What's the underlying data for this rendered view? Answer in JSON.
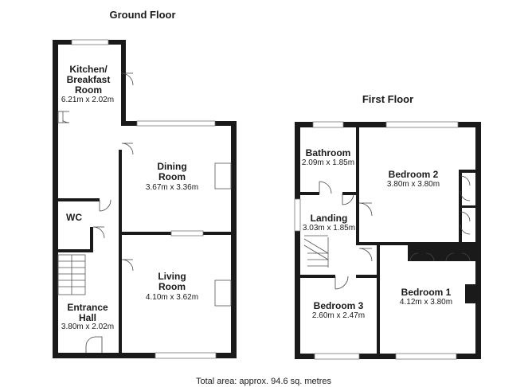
{
  "ground_floor": {
    "title": "Ground Floor",
    "rooms": {
      "kitchen": {
        "name_lines": [
          "Kitchen/",
          "Breakfast",
          "Room"
        ],
        "dims": "6.21m x 2.02m"
      },
      "dining": {
        "name_lines": [
          "Dining",
          "Room"
        ],
        "dims": "3.67m x 3.36m"
      },
      "wc": {
        "name_lines": [
          "WC"
        ],
        "dims": ""
      },
      "living": {
        "name_lines": [
          "Living",
          "Room"
        ],
        "dims": "4.10m x 3.62m"
      },
      "hall": {
        "name_lines": [
          "Entrance",
          "Hall"
        ],
        "dims": "3.80m x 2.02m"
      }
    }
  },
  "first_floor": {
    "title": "First Floor",
    "rooms": {
      "bathroom": {
        "name_lines": [
          "Bathroom"
        ],
        "dims": "2.09m x 1.85m"
      },
      "bedroom2": {
        "name_lines": [
          "Bedroom 2"
        ],
        "dims": "3.80m x 3.80m"
      },
      "landing": {
        "name_lines": [
          "Landing"
        ],
        "dims": "3.03m x 1.85m"
      },
      "bedroom3": {
        "name_lines": [
          "Bedroom 3"
        ],
        "dims": "2.60m x 2.47m"
      },
      "bedroom1": {
        "name_lines": [
          "Bedroom 1"
        ],
        "dims": "4.12m x 3.80m"
      }
    }
  },
  "footer": {
    "total_area": "Total area: approx. 94.6 sq. metres"
  },
  "colors": {
    "wall": "#1a1a1a",
    "background": "#ffffff"
  }
}
